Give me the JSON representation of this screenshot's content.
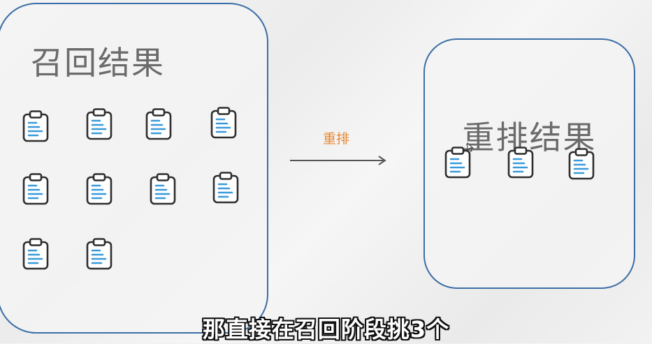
{
  "recall": {
    "title": "召回结果",
    "item_count": 10,
    "icon": "clipboard-icon"
  },
  "rerank": {
    "title": "重排结果",
    "item_count": 3,
    "icon": "clipboard-icon"
  },
  "arrow": {
    "label": "重排"
  },
  "subtitle": "那直接在召回阶段挑3个",
  "colors": {
    "panel_border": "#3b6ea5",
    "title_text": "#6b6b6b",
    "arrow_label": "#e8872e",
    "icon_outline": "#2e2e2e",
    "icon_lines": "#3a9ad9"
  }
}
